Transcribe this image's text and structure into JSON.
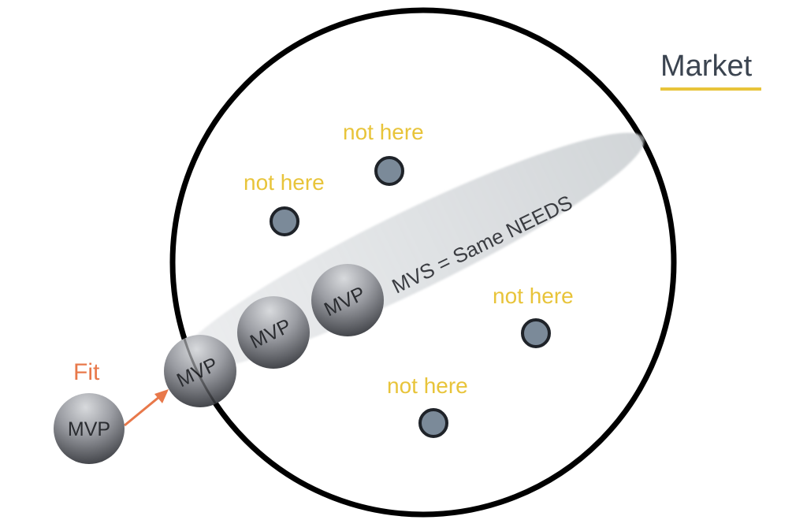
{
  "title": "Market",
  "colors": {
    "title_text": "#3b4450",
    "title_underline": "#e8c43a",
    "not_here": "#e8c43a",
    "fit": "#e8784a",
    "arrow": "#e8784a",
    "market_circle": "#000000",
    "dot_fill": "#7b8a99",
    "dot_stroke": "#1f2329",
    "beam": "#d9dcdf",
    "sphere_light": "#d5d7db",
    "sphere_dark": "#3a3c41"
  },
  "fit_label": "Fit",
  "mvp_label": "MVP",
  "beam_label": "MVS = Same NEEDS",
  "not_here_labels": [
    "not here",
    "not here",
    "not here",
    "not here"
  ]
}
